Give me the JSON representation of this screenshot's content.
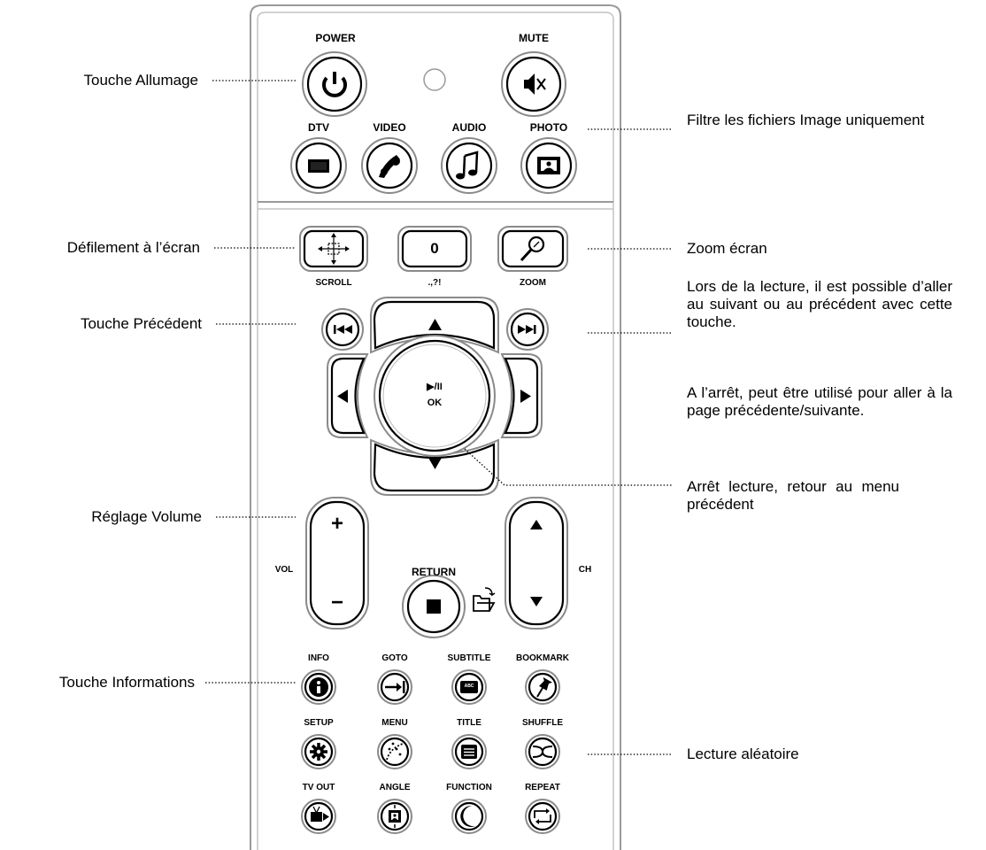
{
  "annotations": {
    "power": "Touche Allumage",
    "photo_filter": "Filtre les fichiers Image uniquement",
    "scroll": "Défilement à l’écran",
    "zoom": "Zoom écran",
    "prev": "Touche Précédent",
    "next_lines": [
      "Lors de la lecture, il est possible d’aller au suivant ou au précédent avec cette touche.",
      "A l’arrêt, peut être utilisé pour aller à la page précédente/suivante."
    ],
    "ok": "Arrêt lecture, retour au menu précédent",
    "volume": "Réglage Volume",
    "info": "Touche Informations",
    "shuffle": "Lecture aléatoire"
  },
  "remote": {
    "power": "POWER",
    "mute": "MUTE",
    "dtv": "DTV",
    "video": "VIDEO",
    "audio": "AUDIO",
    "photo": "PHOTO",
    "scroll": "SCROLL",
    "zero_key": "0",
    "zero_sub": ".,?!",
    "zoom": "ZOOM",
    "play_pause": "▶/II",
    "ok": "OK",
    "vol": "VOL",
    "plus": "+",
    "minus": "−",
    "return": "RETURN",
    "ch": "CH",
    "info": "INFO",
    "goto": "GOTO",
    "subtitle": "SUBTITLE",
    "bookmark": "BOOKMARK",
    "setup": "SETUP",
    "menu": "MENU",
    "title": "TITLE",
    "shuffle": "SHUFFLE",
    "tv_out": "TV OUT",
    "angle": "ANGLE",
    "function": "FUNCTION",
    "repeat": "REPEAT",
    "abc": "ABC"
  }
}
